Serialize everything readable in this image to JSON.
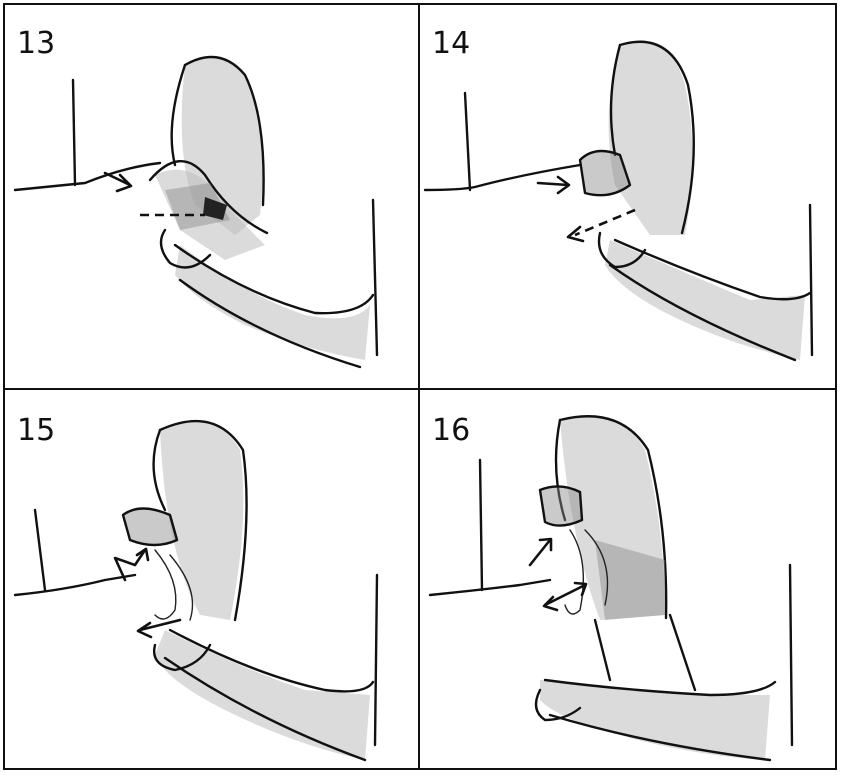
{
  "panels": [
    {
      "number": "13"
    },
    {
      "number": "14"
    },
    {
      "number": "15"
    },
    {
      "number": "16"
    }
  ]
}
